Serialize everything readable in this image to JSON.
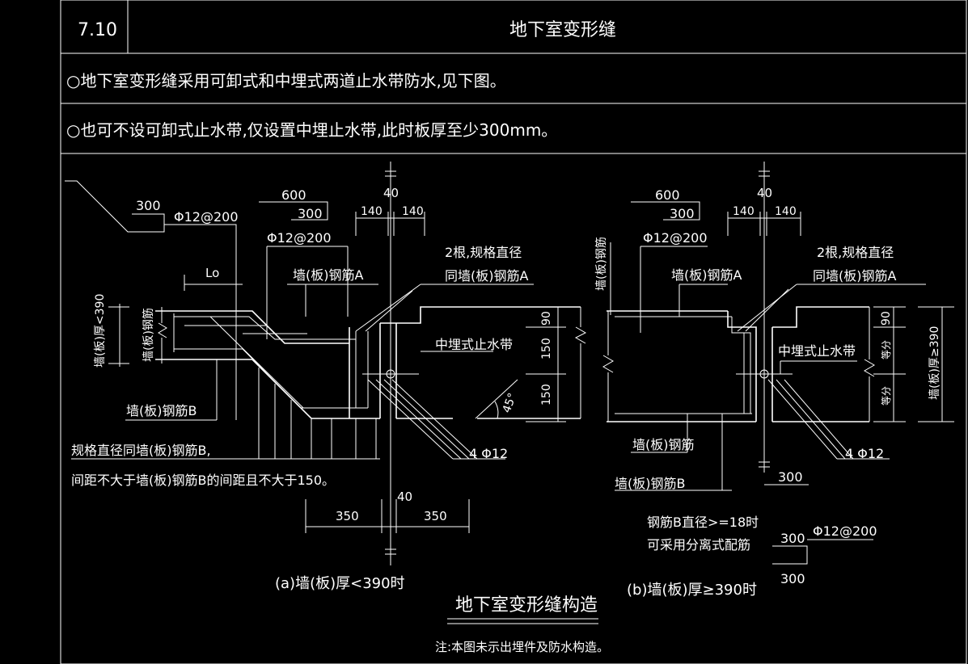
{
  "header": {
    "section_number": "7.10",
    "section_title": "地下室变形缝"
  },
  "notes": [
    "○地下室变形缝采用可卸式和中埋式两道止水带防水,见下图。",
    "○也可不设可卸式止水带,仅设置中埋止水带,此时板厚至少300mm。"
  ],
  "figure_a": {
    "dim_300": "300",
    "dim_600": "600",
    "dim_300b": "300",
    "dim_40": "40",
    "dim_140_left": "140",
    "dim_140_right": "140",
    "rebar_top": "Φ12@200",
    "rebar_mid": "Φ12@200",
    "lap_length": "Lo",
    "wall_rebar_a": "墙(板)钢筋A",
    "two_bars_line1": "2根,规格直径",
    "two_bars_line2": "同墙(板)钢筋A",
    "thickness_label": "墙(板)厚<390",
    "wall_rebar_vertical": "墙(板)钢筋",
    "waterstop": "中埋式止水带",
    "dim_90": "90",
    "dim_150a": "150",
    "dim_150b": "150",
    "angle": "45°",
    "wall_rebar_b": "墙(板)钢筋B",
    "bars_4": "4 Φ12",
    "note_line1": "规格直径同墙(板)钢筋B,",
    "note_line2": "间距不大于墙(板)钢筋B的间距且不大于150。",
    "dim_40b": "40",
    "dim_350_left": "350",
    "dim_350_right": "350",
    "caption": "(a)墙(板)厚<390时"
  },
  "figure_b": {
    "dim_600": "600",
    "dim_300": "300",
    "dim_40": "40",
    "dim_140_left": "140",
    "dim_140_right": "140",
    "rebar_top": "Φ12@200",
    "wall_rebar_vertical": "墙(板)钢筋",
    "wall_rebar_a": "墙(板)钢筋A",
    "two_bars_line1": "2根,规格直径",
    "two_bars_line2": "同墙(板)钢筋A",
    "waterstop": "中埋式止水带",
    "dim_90": "90",
    "equal_a": "等分",
    "equal_b": "等分",
    "thickness_label": "墙(板)厚≥390",
    "wall_rebar": "墙(板)钢筋",
    "bars_4": "4 Φ12",
    "wall_rebar_b": "墙(板)钢筋B",
    "dim_300b": "300",
    "note_line1": "钢筋B直径>=18时",
    "note_line2": "可采用分离式配筋",
    "dim_300c": "300",
    "rebar_detail": "Φ12@200",
    "dim_300d": "300",
    "caption": "(b)墙(板)厚≥390时"
  },
  "footer": {
    "title": "地下室变形缝构造",
    "note": "注:本图未示出埋件及防水构造。"
  }
}
